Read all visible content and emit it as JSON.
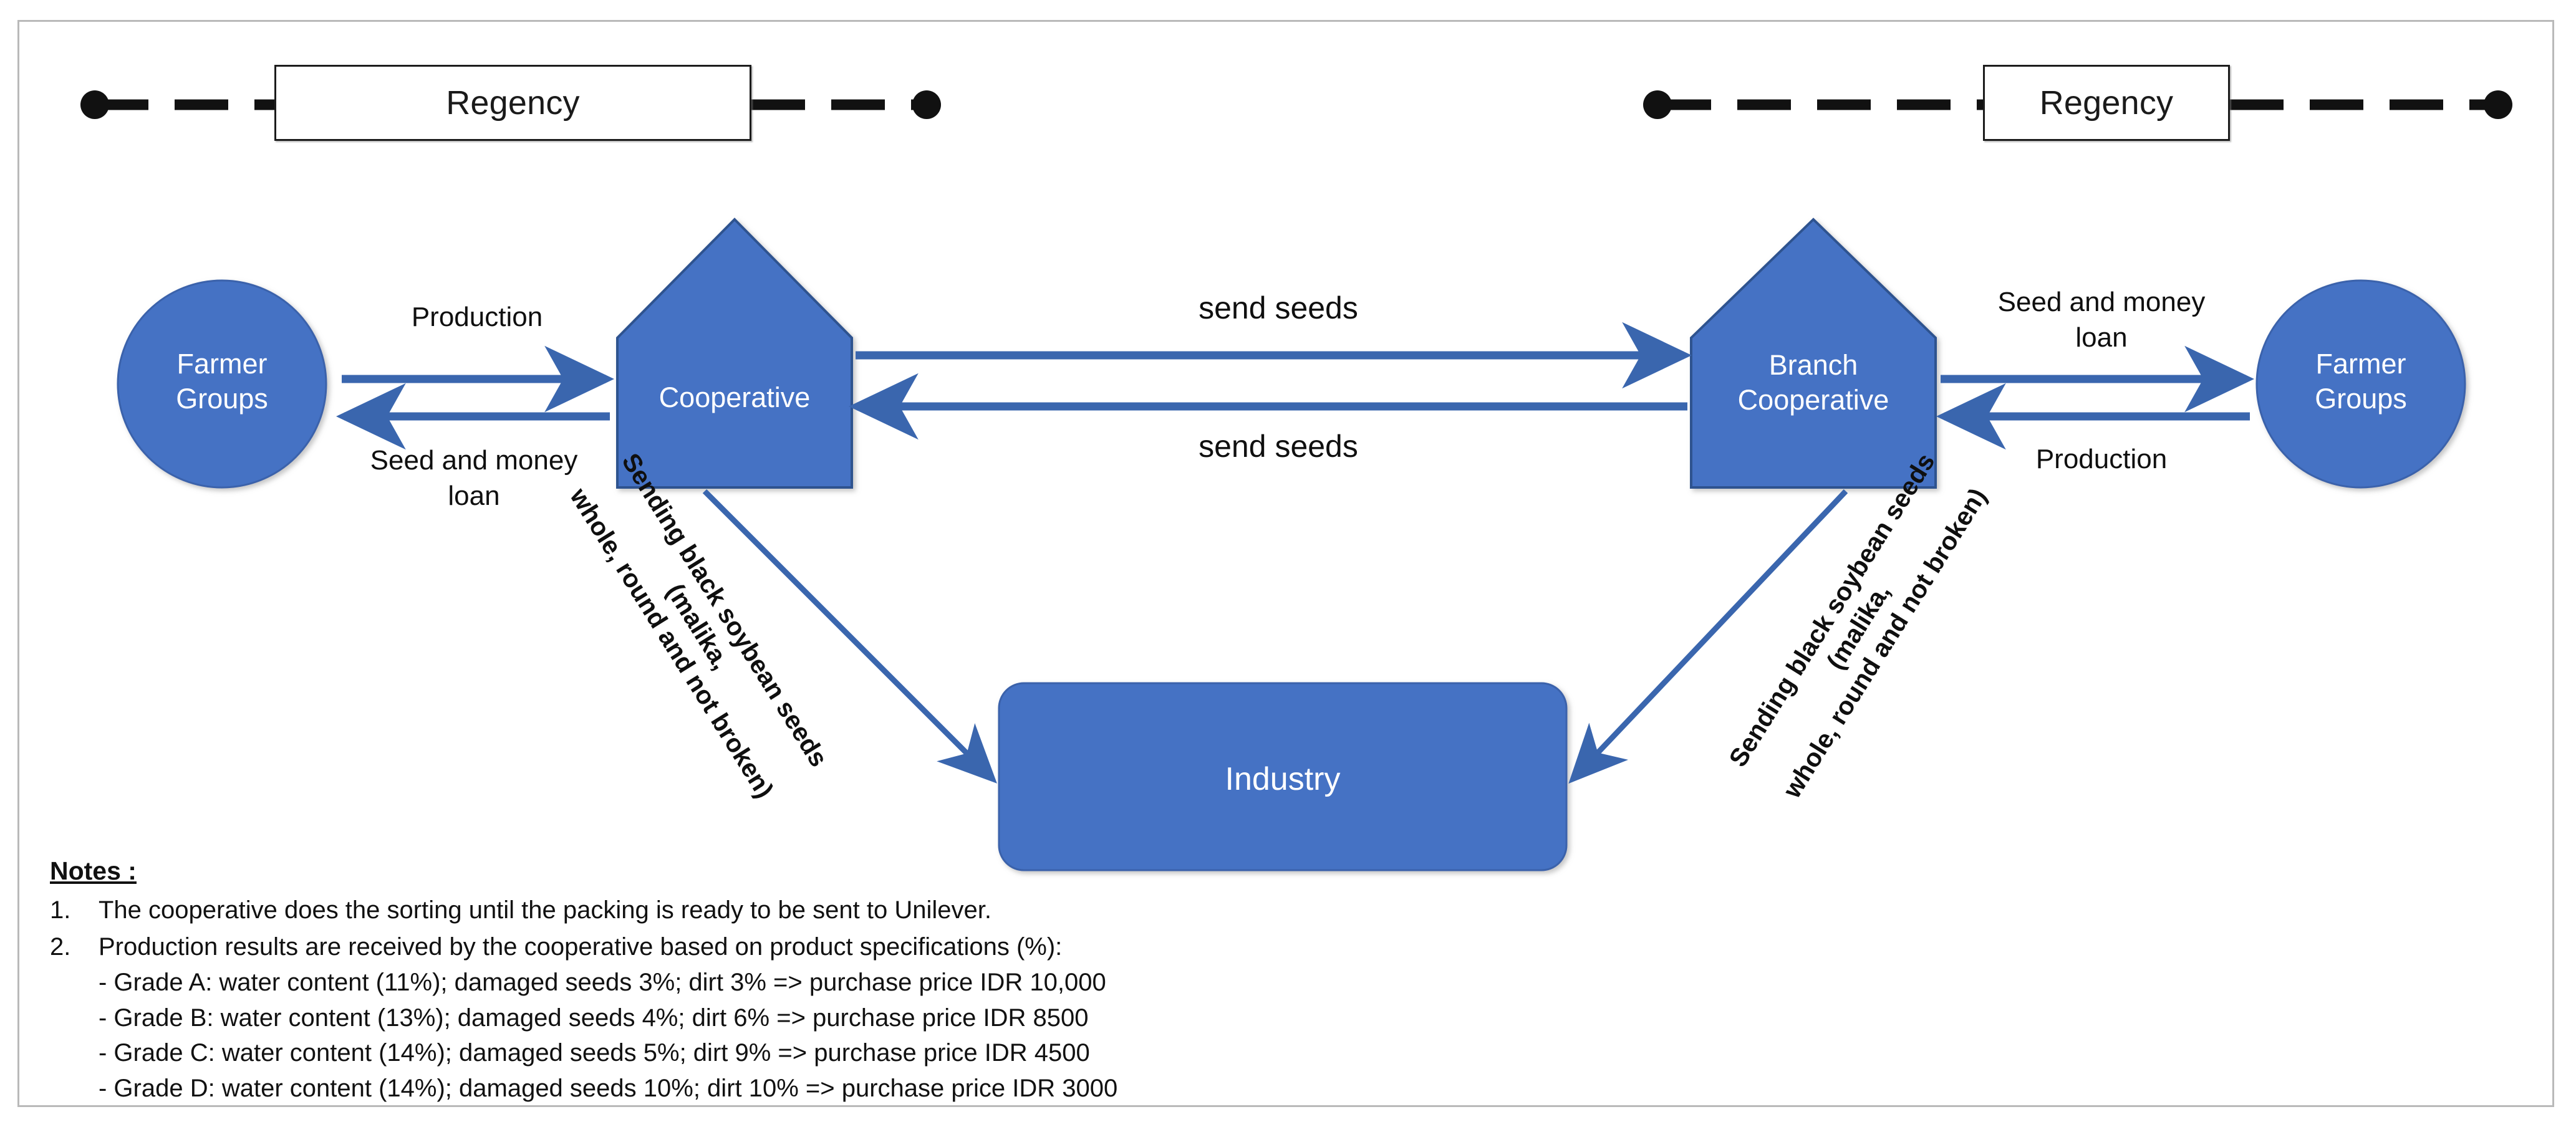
{
  "frame": {
    "border_color": "#b9b9b9"
  },
  "theme": {
    "node_fill": "#4472c4",
    "node_stroke": "#2f528f",
    "arrow_color": "#3a66ae",
    "dash_color": "#111111",
    "text_dark": "#0f0f0f",
    "text_light": "#ffffff"
  },
  "regency": {
    "left_label": "Regency",
    "right_label": "Regency"
  },
  "nodes": {
    "farmer_groups_left": "Farmer\nGroups",
    "cooperative": "Cooperative",
    "branch_cooperative": "Branch\nCooperative",
    "farmer_groups_right": "Farmer\nGroups",
    "industry": "Industry"
  },
  "flows": {
    "left_production": "Production",
    "left_seed_money_loan": "Seed and money\nloan",
    "center_send_seeds_top": "send seeds",
    "center_send_seeds_bottom": "send seeds",
    "right_seed_money_loan": "Seed and money\nloan",
    "right_production": "Production",
    "diagonal_left": "Sending black soybean seeds (malika,\nwhole, round and not broken)",
    "diagonal_right": "Sending black soybean seeds (malika,\nwhole, round and not broken)"
  },
  "notes": {
    "title": "Notes :",
    "items": [
      {
        "num": "1.",
        "text": "The cooperative does the sorting until the packing is ready to be sent to Unilever."
      },
      {
        "num": "2.",
        "text": "Production results are received by the cooperative based on product specifications (%):"
      }
    ],
    "grades": [
      "- Grade A: water content (11%); damaged seeds 3%; dirt 3% => purchase price IDR 10,000",
      "- Grade B: water content (13%); damaged seeds 4%; dirt 6% => purchase price IDR 8500",
      "- Grade C: water content (14%); damaged seeds 5%; dirt 9% => purchase price IDR 4500",
      "- Grade D: water content (14%); damaged seeds 10%; dirt 10% => purchase price IDR 3000"
    ]
  }
}
